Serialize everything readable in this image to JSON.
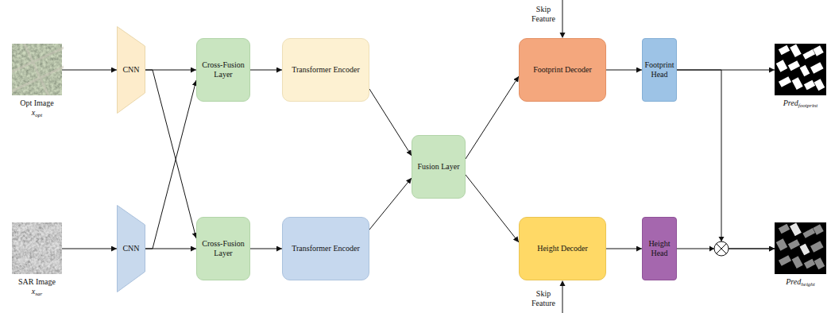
{
  "diagram": {
    "nodes": [
      {
        "text": [
          "Opt Image",
          "xopt"
        ]
      },
      {
        "text": [
          "SAR Image",
          "xsar"
        ]
      },
      {
        "text": [
          "CNN"
        ]
      },
      {
        "text": [
          "CNN"
        ]
      },
      {
        "text": [
          "Cross-Fusion Layer"
        ]
      },
      {
        "text": [
          "Cross-Fusion Layer"
        ]
      },
      {
        "text": [
          "Transformer Encoder"
        ]
      },
      {
        "text": [
          "Transformer Encoder"
        ]
      },
      {
        "text": [
          "Fusion Layer"
        ]
      },
      {
        "text": [
          "Footprint Decoder"
        ]
      },
      {
        "text": [
          "Height Decoder"
        ]
      },
      {
        "text": [
          "Footprint Head"
        ]
      },
      {
        "text": [
          "Height Head"
        ]
      },
      {
        "text": [
          "Predfootprint"
        ]
      },
      {
        "text": [
          "Predheight"
        ]
      }
    ],
    "edges": [
      {
        "from": 0,
        "to": 2,
        "arrow": "to"
      },
      {
        "from": 1,
        "to": 3,
        "arrow": "to"
      },
      {
        "from": 2,
        "to": 4,
        "arrow": "to"
      },
      {
        "from": 2,
        "to": 5,
        "arrow": "to"
      },
      {
        "from": 3,
        "to": 4,
        "arrow": "to"
      },
      {
        "from": 3,
        "to": 5,
        "arrow": "to"
      },
      {
        "from": 4,
        "to": 6,
        "arrow": "to"
      },
      {
        "from": 5,
        "to": 7,
        "arrow": "to"
      },
      {
        "from": 6,
        "to": 8,
        "arrow": "to"
      },
      {
        "from": 7,
        "to": 8,
        "arrow": "to"
      },
      {
        "from": 8,
        "to": 9,
        "arrow": "to"
      },
      {
        "from": 8,
        "to": 10,
        "arrow": "to"
      },
      {
        "from": 9,
        "to": 11,
        "arrow": "to"
      },
      {
        "from": 10,
        "to": 12,
        "arrow": "to"
      },
      {
        "from": 11,
        "to": 13,
        "arrow": "to"
      },
      {
        "from": 11,
        "to": 14,
        "arrow": "to"
      },
      {
        "from": 12,
        "to": 14,
        "arrow": "to"
      }
    ],
    "labels": [
      "Skip Feature",
      "Skip Feature"
    ]
  }
}
